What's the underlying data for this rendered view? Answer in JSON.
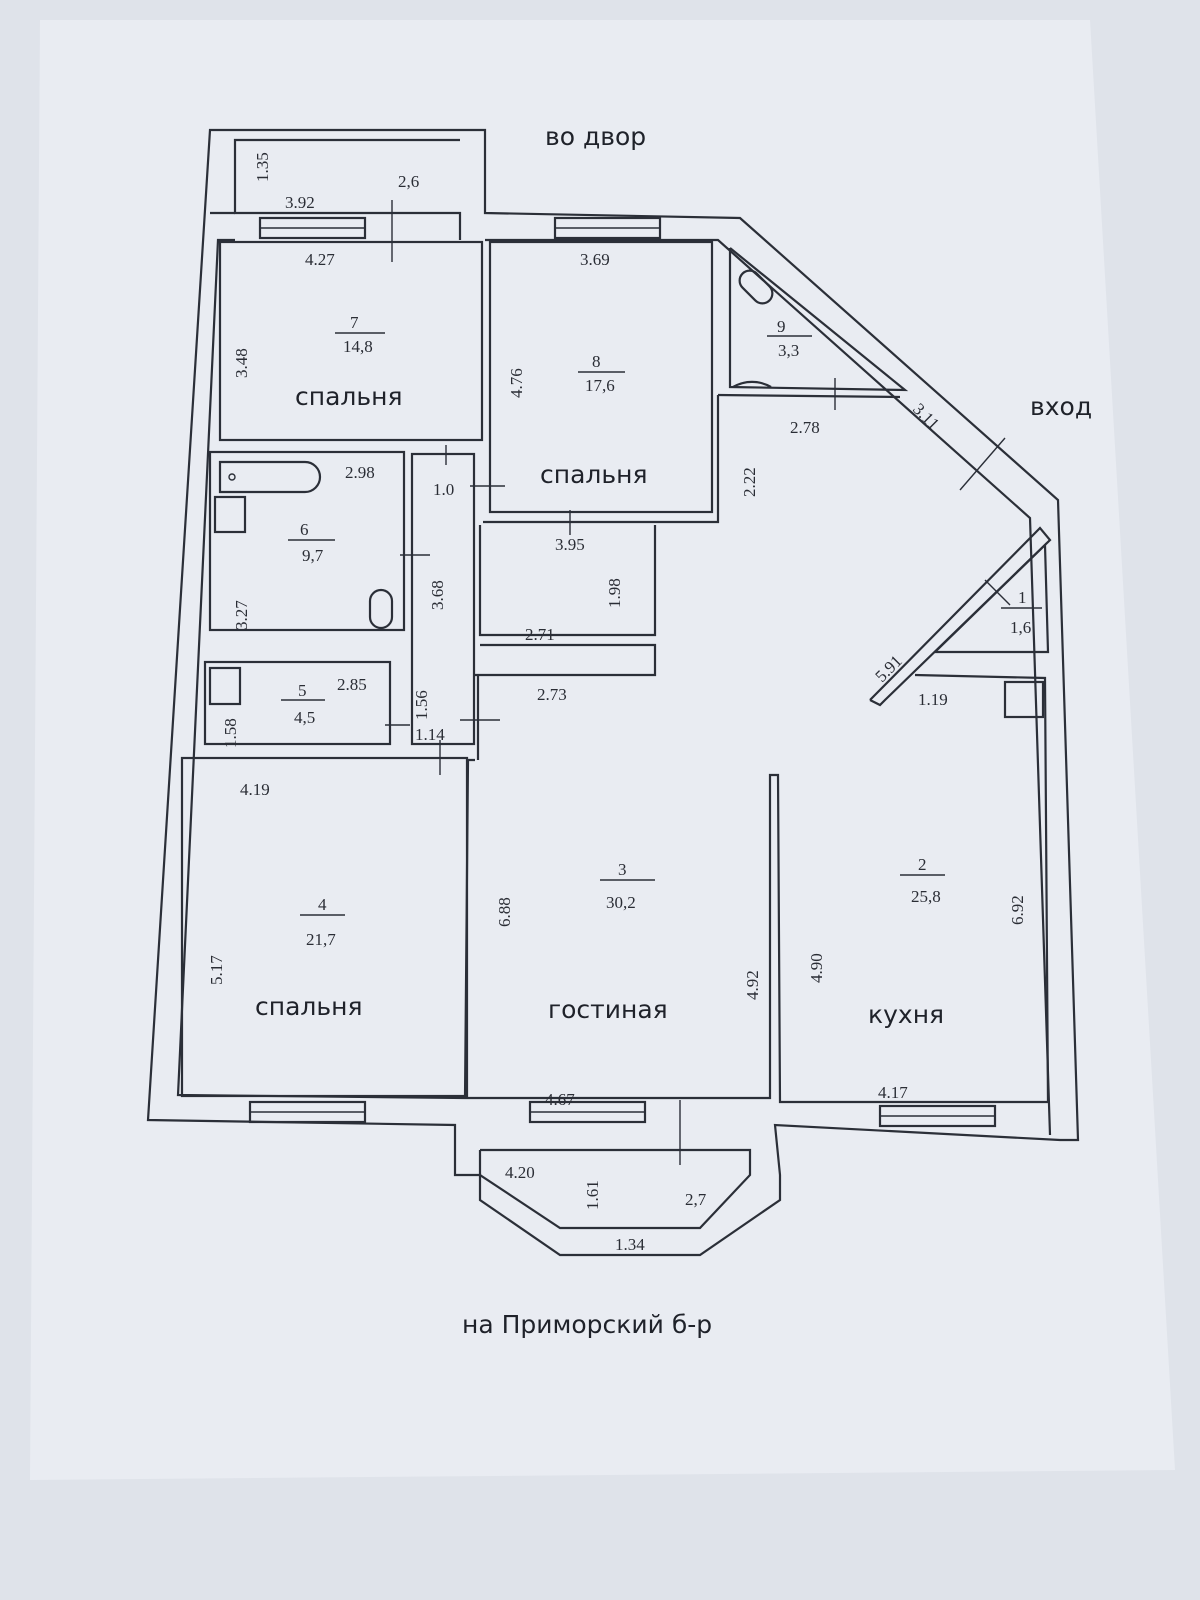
{
  "labels": {
    "top": "во двор",
    "entrance": "вход",
    "bottom": "на Приморский б-р"
  },
  "rooms": [
    {
      "number": "1",
      "area": "1,6",
      "name": ""
    },
    {
      "number": "2",
      "area": "25,8",
      "name": "кухня"
    },
    {
      "number": "3",
      "area": "30,2",
      "name": "гостиная"
    },
    {
      "number": "4",
      "area": "21,7",
      "name": "спальня"
    },
    {
      "number": "5",
      "area": "4,5",
      "name": ""
    },
    {
      "number": "6",
      "area": "9,7",
      "name": ""
    },
    {
      "number": "7",
      "area": "14,8",
      "name": "спальня"
    },
    {
      "number": "8",
      "area": "17,6",
      "name": "спальня"
    },
    {
      "number": "9",
      "area": "3,3",
      "name": ""
    }
  ],
  "balconies": {
    "top_area": "2,6",
    "bottom_area": "2,7"
  },
  "dims": {
    "d1_35": "1.35",
    "d3_92": "3.92",
    "d4_27": "4.27",
    "d3_69": "3.69",
    "d3_48": "3.48",
    "d4_76": "4.76",
    "d2_78": "2.78",
    "d3_11": "3.11",
    "d2_98": "2.98",
    "d1_0": "1.0",
    "d2_22": "2.22",
    "d3_95": "3.95",
    "d3_68": "3.68",
    "d3_27": "3.27",
    "d1_98": "1.98",
    "d2_71": "2.71",
    "d5_91": "5.91",
    "d2_85": "2.85",
    "d1_56": "1.56",
    "d2_73": "2.73",
    "d1_19": "1.19",
    "d1_58": "1.58",
    "d1_14": "1.14",
    "d4_19": "4.19",
    "d6_88": "6.88",
    "d5_17": "5.17",
    "d4_92": "4.92",
    "d4_90": "4.90",
    "d6_92": "6.92",
    "d4_67": "4.67",
    "d4_17": "4.17",
    "d4_20": "4.20",
    "d1_61": "1.61",
    "d1_34": "1.34"
  }
}
